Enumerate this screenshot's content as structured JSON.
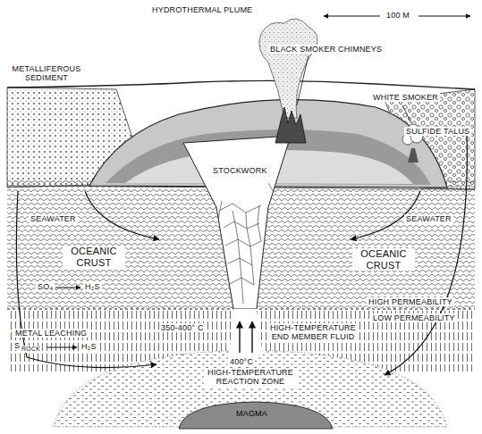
{
  "diagram": {
    "labels": [
      "HYDROTHERMAL PLUME",
      "100 M",
      "BLACK SMOKER CHIMNEYS",
      "METALLIFEROUS SEDIMENT",
      "WHITE SMOKER",
      "SULFIDE TALUS",
      "STOCKWORK",
      "SEAWATER",
      "SEAWATER",
      "OCEANIC CRUST",
      "OCEANIC CRUST",
      "SO₄",
      "H₂S",
      "HIGH PERMEABILITY",
      "LOW PERMEABILITY",
      "METAL LEACHING",
      "S",
      "ROCK",
      "H₂S",
      "350-400° C",
      "HIGH-TEMPERATURE END MEMBER FLUID",
      "400°C",
      "HIGH-TEMPERATURE REACTION ZONE",
      "MAGMA"
    ]
  }
}
